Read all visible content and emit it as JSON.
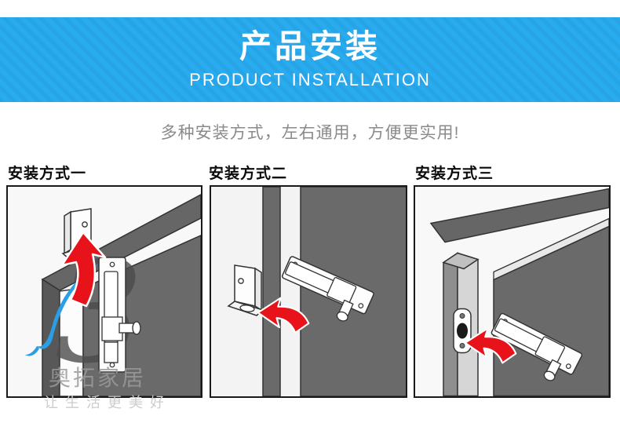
{
  "header": {
    "title_zh": "产品安装",
    "title_en": "PRODUCT INSTALLATION"
  },
  "tagline": "多种安装方式，左右通用，方便更实用!",
  "sections": [
    {
      "label": "安装方式一",
      "diagram": "door-top-corner-perspective-latch-keeper-red-arrow-up"
    },
    {
      "label": "安装方式二",
      "diagram": "flat-view-keeper-on-wall-latch-on-door-red-arrow-left"
    },
    {
      "label": "安装方式三",
      "diagram": "open-door-strike-plate-on-frame-latch-red-arrow-left"
    }
  ],
  "watermark": {
    "logo_glyph": "3",
    "brand": "奥拓家居",
    "slogan": "让生活更美好"
  },
  "colors": {
    "header_bg": "#29abef",
    "arrow_red": "#e8121a",
    "swoosh_blue": "#2b9fe4",
    "door_gray": "#6a6a6a",
    "text_gray": "#8a8a8a"
  }
}
